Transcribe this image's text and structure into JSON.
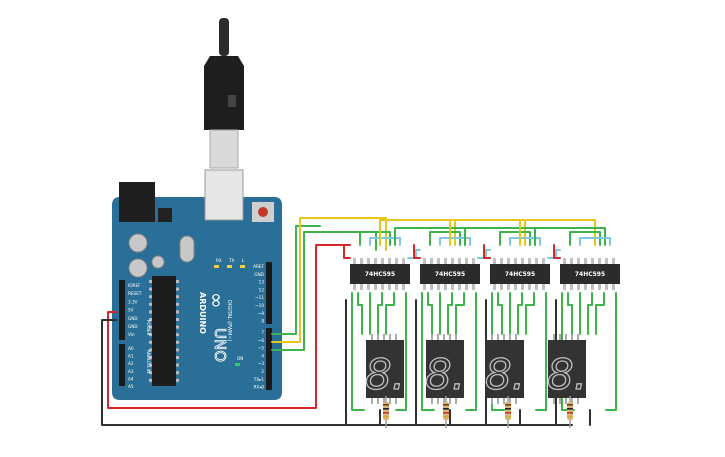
{
  "arduino": {
    "brand": "ARDUINO",
    "model": "UNO",
    "logo": "∞",
    "power_header": [
      "IOREF",
      "RESET",
      "3.3V",
      "5V",
      "GND",
      "GND",
      "Vin"
    ],
    "analog_header": [
      "A0",
      "A1",
      "A2",
      "A3",
      "A4",
      "A5"
    ],
    "power_label": "POWER",
    "analog_label": "ANALOG IN",
    "digital_top": [
      "AREF",
      "GND",
      "13",
      "12",
      "~11",
      "~10",
      "~9",
      "8"
    ],
    "digital_bottom": [
      "7",
      "~6",
      "~5",
      "4",
      "~3",
      "2",
      "TX▸1",
      "RX◂0"
    ],
    "digital_label": "DIGITAL (PWM~)",
    "tx_label": "TX",
    "rx_label": "RX",
    "l_label": "L",
    "on_label": "ON"
  },
  "shift_registers": [
    {
      "label": "74HC595"
    },
    {
      "label": "74HC595"
    },
    {
      "label": "74HC595"
    },
    {
      "label": "74HC595"
    }
  ],
  "displays": [
    {
      "digit": "8."
    },
    {
      "digit": "8."
    },
    {
      "digit": "8."
    },
    {
      "digit": "8."
    }
  ],
  "colors": {
    "board": "#2a6f97",
    "wire_green": "#3cb44b",
    "wire_yellow": "#e6c619",
    "wire_red": "#d62828",
    "wire_black": "#303030",
    "wire_cyan": "#7ec8e3",
    "chip": "#2b2b2b",
    "display": "#333333"
  }
}
